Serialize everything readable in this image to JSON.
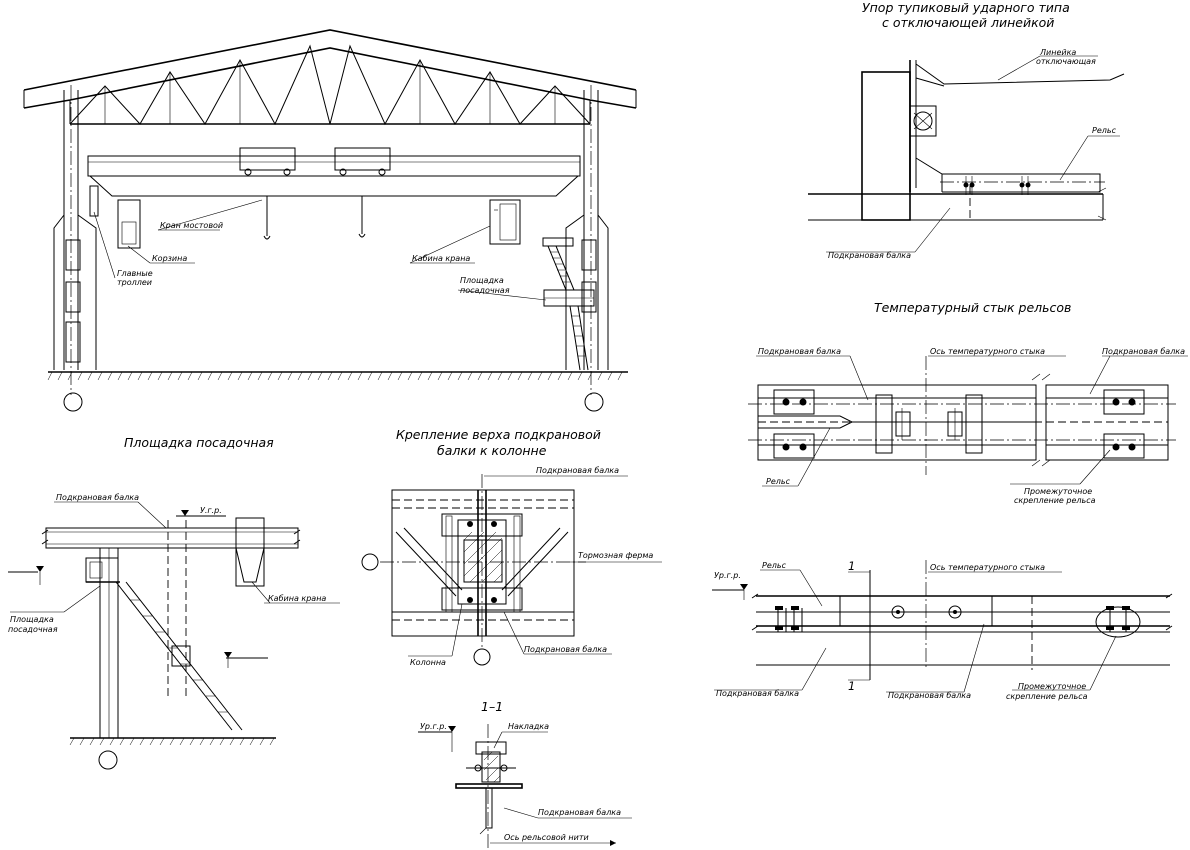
{
  "crane_section": {
    "crane_label": "Кран мостовой",
    "basket_label": "Корзина",
    "trolley_label_1": "Главные",
    "trolley_label_2": "троллеи",
    "cabin_label": "Кабина крана",
    "platform_label_1": "Площадка",
    "platform_label_2": "посадочная"
  },
  "dead_end_stop": {
    "title_1": "Упор тупиковый ударного типа",
    "title_2": "с отключающей линейкой",
    "ruler_label_1": "Линейка",
    "ruler_label_2": "отключающая",
    "rail_label": "Рельс",
    "beam_label": "Подкрановая балка"
  },
  "thermal_joint": {
    "title": "Температурный стык рельсов",
    "beam_left": "Подкрановая балка",
    "axis_label": "Ось температурного стыка",
    "beam_right": "Подкрановая балка",
    "rail_label": "Рельс",
    "fastening_1": "Промежуточное",
    "fastening_2": "скрепление рельса"
  },
  "platform_detail": {
    "title": "Площадка посадочная",
    "beam_label": "Подкрановая балка",
    "level_label": "У.г.р.",
    "cabin_label": "Кабина крана",
    "platform_1": "Площадка",
    "platform_2": "посадочная"
  },
  "beam_top_fixing": {
    "title_1": "Крепление верха подкрановой",
    "title_2": "балки к колонне",
    "beam_top": "Подкрановая балка",
    "brake_truss": "Тормозная ферма",
    "column": "Колонна",
    "beam_bottom": "Подкрановая балка"
  },
  "section_1_1": {
    "title": "1–1",
    "level": "Ур.г.р.",
    "plate": "Накладка",
    "beam": "Подкрановая балка",
    "rail_axis": "Ось рельсовой нити"
  },
  "joint_elevation": {
    "level": "Ур.г.р.",
    "rail": "Рельс",
    "mark_1": "1",
    "mark_2": "1",
    "axis": "Ось температурного стыка",
    "beam_left": "Подкрановая балка",
    "beam_mid": "Подкрановая балка",
    "fastening_1": "Промежуточное",
    "fastening_2": "скрепление рельса"
  }
}
